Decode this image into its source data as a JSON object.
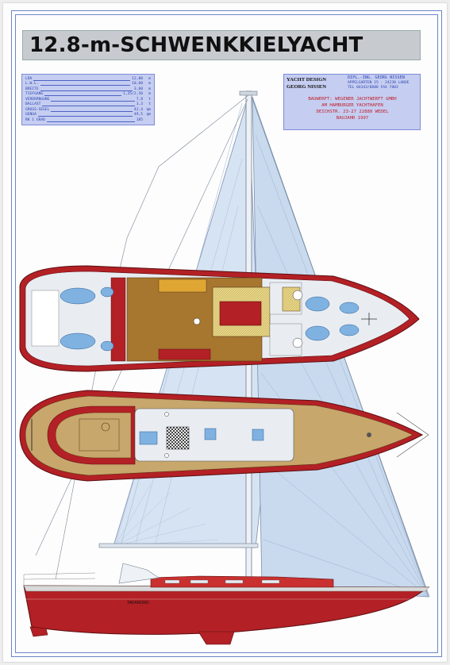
{
  "title": "12.8-m-SCHWENKKIELYACHT",
  "specs": [
    {
      "label": "LÜA",
      "value": "12,80",
      "unit": "m"
    },
    {
      "label": "L.W.L.",
      "value": "10,60",
      "unit": "m"
    },
    {
      "label": "BREITE",
      "value": "3,60",
      "unit": "m"
    },
    {
      "label": "TIEFGANG",
      "value": "1,35/2,50",
      "unit": "m"
    },
    {
      "label": "VERDRÄNGUNG",
      "value": "7,8",
      "unit": "t"
    },
    {
      "label": "BALLAST",
      "value": "3,3",
      "unit": "t"
    },
    {
      "label": "GROSS-SEGEL",
      "value": "42,4",
      "unit": "qm"
    },
    {
      "label": "GENUA",
      "value": "49,5",
      "unit": "qm"
    },
    {
      "label": "RK 1 GRAD",
      "value": "185",
      "unit": ""
    }
  ],
  "designer": {
    "logo_line1": "YACHT DESIGN",
    "logo_line2": "GEORG NISSEN",
    "office_line1": "DIPL.-ING. GEORG NISSEN",
    "office_line2": "APPELGARTEN 15 · 24238 LABOE",
    "office_line3": "TEL 04343/8888  FAX 7803"
  },
  "builder": {
    "line1": "BAUWERFT: WEGENER JACHTWERFT GMBH",
    "line2": "AM HAMBURGER YACHTHAFEN",
    "line3": "DEICHSTR. 23-27 22880 WEDEL",
    "line4": "BAUJAHR 1997"
  },
  "hull_name": "TAKANORO",
  "colors": {
    "frame": "#6d86c9",
    "hull_red": "#b32025",
    "deck_wood": "#b89a5c",
    "sail_blue": "#d3e2f2",
    "spec_panel": "#c5cdf1",
    "spec_text": "#2d46b0"
  }
}
